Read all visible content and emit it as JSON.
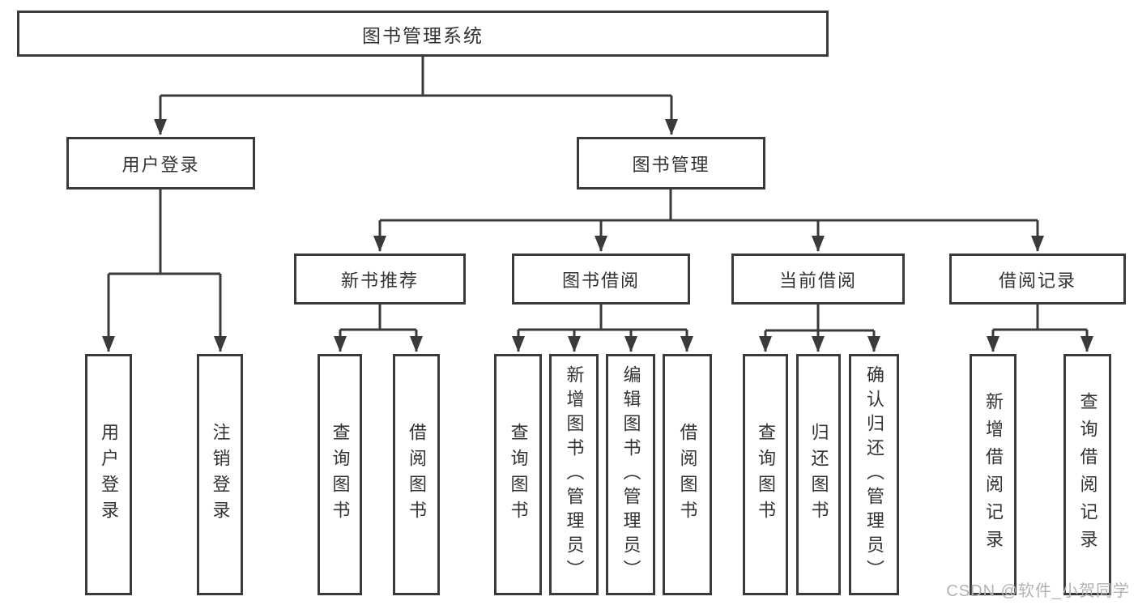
{
  "tree": {
    "root": "图书管理系统",
    "children": [
      {
        "label": "用户登录",
        "children": [
          "用户登录",
          "注销登录"
        ]
      },
      {
        "label": "图书管理",
        "children": [
          {
            "label": "新书推荐",
            "children": [
              "查询图书",
              "借阅图书"
            ]
          },
          {
            "label": "图书借阅",
            "children": [
              "查询图书",
              "新增图书（管理员）",
              "编辑图书（管理员）",
              "借阅图书"
            ]
          },
          {
            "label": "当前借阅",
            "children": [
              "查询图书",
              "归还图书",
              "确认归还（管理员）"
            ]
          },
          {
            "label": "借阅记录",
            "children": [
              "新增借阅记录",
              "查询借阅记录"
            ]
          }
        ]
      }
    ]
  },
  "watermark": {
    "text": "CSDN @软件_小贺同学"
  },
  "colors": {
    "line": "#3a3a3a",
    "text": "#333333",
    "box_background": "#ffffff",
    "page_background": "#ffffff",
    "watermark": "#b3b3b3"
  }
}
